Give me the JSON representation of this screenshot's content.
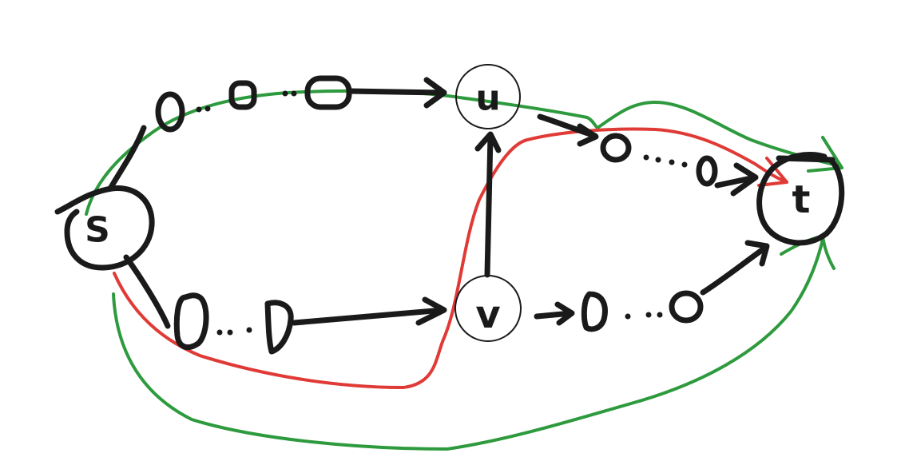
{
  "nodes": {
    "s": "S",
    "u": "u",
    "v": "v",
    "t": "t"
  },
  "colors": {
    "ink": "#1a1a1a",
    "path_green": "#2e9a3e",
    "path_red": "#e03a36"
  }
}
